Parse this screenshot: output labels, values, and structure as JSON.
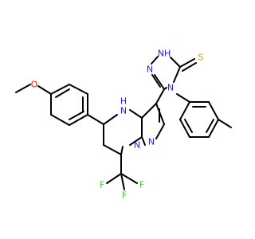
{
  "molecule": {
    "atoms": {
      "thione_s": "S",
      "triazole_nh": "NH",
      "triazole_n_left": "N",
      "triazole_n4": "N",
      "pyrimidine_nh_h": "H",
      "pyrimidine_nh_n": "N",
      "pyrazole_n1": "N",
      "pyrazole_n2": "N",
      "methoxy_o": "O",
      "fluorine_1": "F",
      "fluorine_2": "F",
      "fluorine_3": "F"
    },
    "colors": {
      "carbon": "#000000",
      "nitrogen": "#1f1fff",
      "oxygen": "#ff0d0d",
      "sulfur": "#c7a000",
      "fluorine": "#3fcf3f"
    }
  }
}
